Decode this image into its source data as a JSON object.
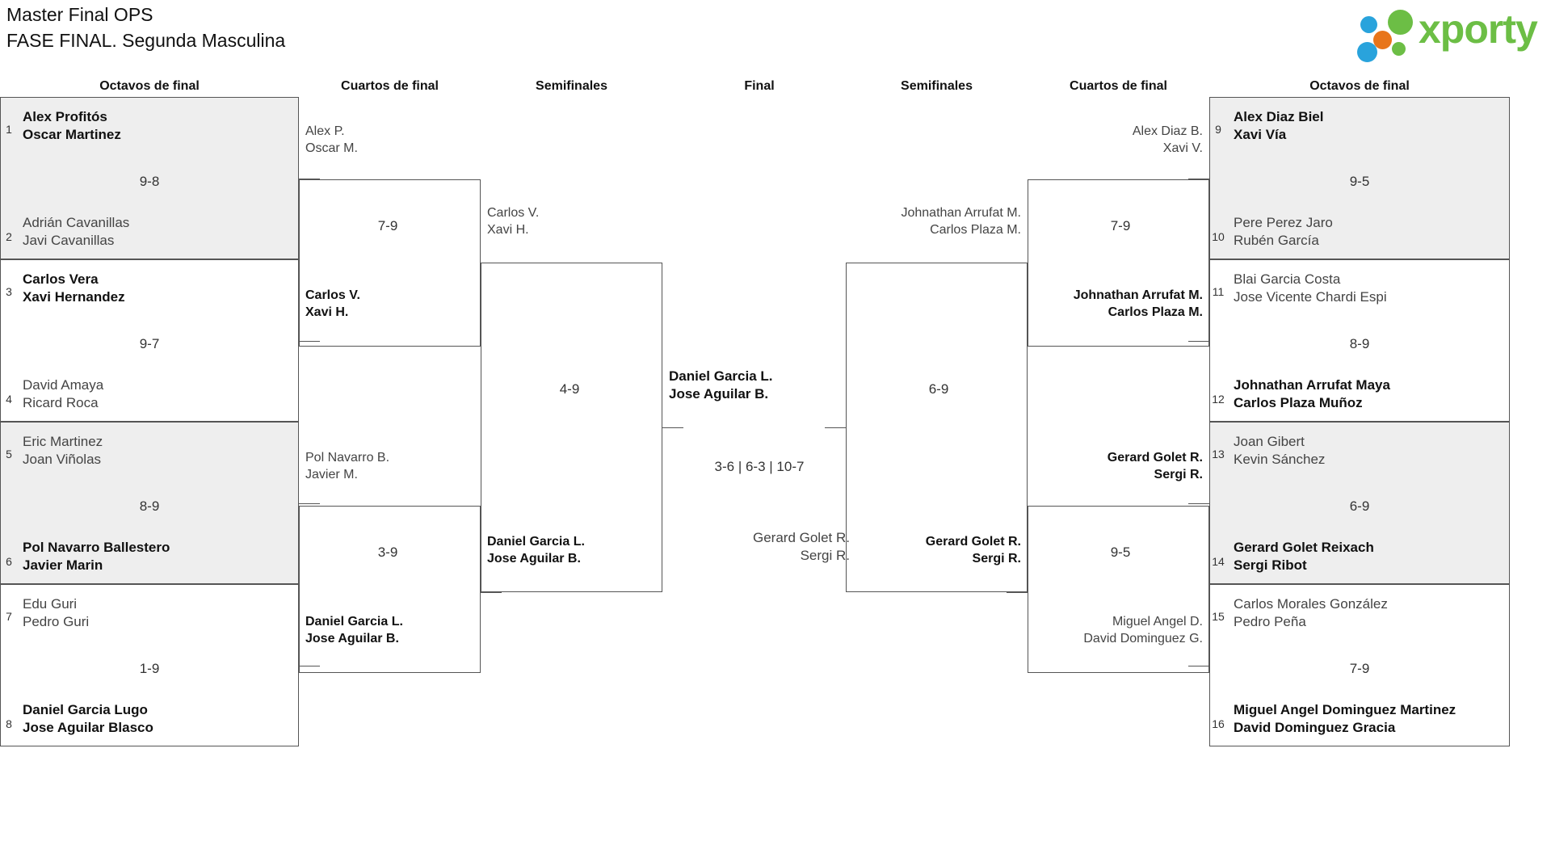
{
  "header": {
    "title_line1": "Master Final OPS",
    "title_line2": "FASE FINAL. Segunda Masculina",
    "logo_text": "xporty",
    "logo_colors": {
      "green": "#6cbe45",
      "blue": "#29a3dc",
      "orange": "#e8751a"
    }
  },
  "round_titles": {
    "r1_left": "Octavos de final",
    "r2_left": "Cuartos de final",
    "r3_left": "Semifinales",
    "final": "Final",
    "r3_right": "Semifinales",
    "r2_right": "Cuartos de final",
    "r1_right": "Octavos de final"
  },
  "left": {
    "octavos": [
      {
        "seed_a": "1",
        "a1": "Alex Profitós",
        "a2": "Oscar Martinez",
        "a_win": true,
        "seed_b": "2",
        "b1": "Adrián Cavanillas",
        "b2": "Javi Cavanillas",
        "b_win": false,
        "score": "9-8",
        "shaded": true
      },
      {
        "seed_a": "3",
        "a1": "Carlos Vera",
        "a2": "Xavi Hernandez",
        "a_win": true,
        "seed_b": "4",
        "b1": "David Amaya",
        "b2": "Ricard Roca",
        "b_win": false,
        "score": "9-7",
        "shaded": false
      },
      {
        "seed_a": "5",
        "a1": "Eric Martinez",
        "a2": "Joan Viñolas",
        "a_win": false,
        "seed_b": "6",
        "b1": "Pol Navarro Ballestero",
        "b2": "Javier Marin",
        "b_win": true,
        "score": "8-9",
        "shaded": true
      },
      {
        "seed_a": "7",
        "a1": "Edu Guri",
        "a2": "Pedro Guri",
        "a_win": false,
        "seed_b": "8",
        "b1": "Daniel Garcia Lugo",
        "b2": "Jose Aguilar Blasco",
        "b_win": true,
        "score": "1-9",
        "shaded": false
      }
    ],
    "cuartos": [
      {
        "a1": "Alex P.",
        "a2": "Oscar M.",
        "a_win": false,
        "b1": "Carlos V.",
        "b2": "Xavi H.",
        "b_win": true,
        "score": "7-9"
      },
      {
        "a1": "Pol Navarro B.",
        "a2": "Javier M.",
        "a_win": false,
        "b1": "Daniel Garcia L.",
        "b2": "Jose Aguilar B.",
        "b_win": true,
        "score": "3-9"
      }
    ],
    "semifinal": {
      "a1": "Carlos V.",
      "a2": "Xavi H.",
      "a_win": false,
      "b1": "Daniel Garcia L.",
      "b2": "Jose Aguilar B.",
      "b_win": true,
      "score": "4-9"
    }
  },
  "final": {
    "a1": "Daniel Garcia L.",
    "a2": "Jose Aguilar B.",
    "a_win": true,
    "b1": "Gerard Golet R.",
    "b2": "Sergi R.",
    "b_win": false,
    "score": "3-6 | 6-3 | 10-7"
  },
  "right": {
    "semifinal": {
      "a1": "Johnathan Arrufat M.",
      "a2": "Carlos Plaza M.",
      "a_win": false,
      "b1": "Gerard Golet R.",
      "b2": "Sergi R.",
      "b_win": true,
      "score": "6-9"
    },
    "cuartos": [
      {
        "a1": "Alex Diaz B.",
        "a2": "Xavi V.",
        "a_win": false,
        "b1": "Johnathan Arrufat M.",
        "b2": "Carlos Plaza M.",
        "b_win": true,
        "score": "7-9"
      },
      {
        "a1": "Gerard Golet R.",
        "a2": "Sergi R.",
        "a_win": true,
        "b1": "Miguel Angel D.",
        "b2": "David Dominguez G.",
        "b_win": false,
        "score": "9-5"
      }
    ],
    "octavos": [
      {
        "seed_a": "9",
        "a1": "Alex Diaz Biel",
        "a2": "Xavi Vía",
        "a_win": true,
        "seed_b": "10",
        "b1": "Pere Perez Jaro",
        "b2": "Rubén García",
        "b_win": false,
        "score": "9-5",
        "shaded": true
      },
      {
        "seed_a": "11",
        "a1": "Blai Garcia Costa",
        "a2": "Jose Vicente Chardi Espi",
        "a_win": false,
        "seed_b": "12",
        "b1": "Johnathan Arrufat Maya",
        "b2": "Carlos Plaza Muñoz",
        "b_win": true,
        "score": "8-9",
        "shaded": false
      },
      {
        "seed_a": "13",
        "a1": "Joan Gibert",
        "a2": "Kevin Sánchez",
        "a_win": false,
        "seed_b": "14",
        "b1": "Gerard Golet Reixach",
        "b2": "Sergi Ribot",
        "b_win": true,
        "score": "6-9",
        "shaded": true
      },
      {
        "seed_a": "15",
        "a1": "Carlos Morales González",
        "a2": "Pedro Peña",
        "a_win": false,
        "seed_b": "16",
        "b1": "Miguel Angel Dominguez Martinez",
        "b2": "David Dominguez Gracia",
        "b_win": true,
        "score": "7-9",
        "shaded": false
      }
    ]
  }
}
